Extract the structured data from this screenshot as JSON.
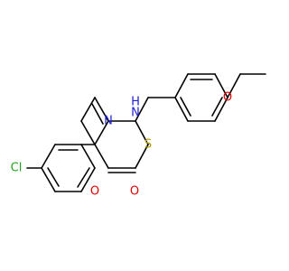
{
  "molecule": {
    "atoms": {
      "chlorine": "Cl",
      "amine_n": "N",
      "amine_h": "H",
      "thiazole_n": "N",
      "thiazole_s": "S",
      "ether_o": "O",
      "lactone_o": "O",
      "carbonyl_o": "O"
    },
    "colors": {
      "chlorine": "#1fa51f",
      "nitrogen": "#1f1fd6",
      "sulfur": "#b3a100",
      "oxygen": "#e00000",
      "bond": "#000000"
    }
  }
}
